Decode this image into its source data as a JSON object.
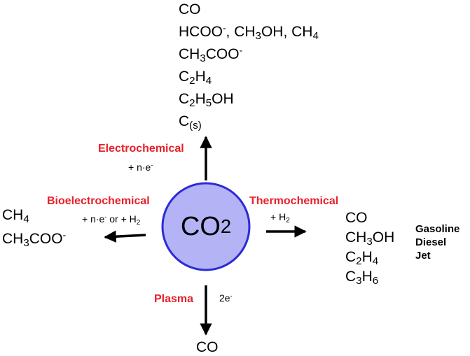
{
  "center": {
    "html": "CO<sub>2</sub>",
    "fill": "#b3b3f5",
    "stroke": "#2b2bd6"
  },
  "colors": {
    "pathway_label": "#e8202a",
    "arrow": "#000000"
  },
  "electrochemical": {
    "label": "Electrochemical",
    "condition": "+ n·e<sup>-</sup>",
    "products": [
      "CO",
      "HCOO<sup>-</sup>, CH<sub>3</sub>OH, CH<sub>4</sub>",
      "CH<sub>3</sub>COO<sup>-</sup>",
      "C<sub>2</sub>H<sub>4</sub>",
      "C<sub>2</sub>H<sub>5</sub>OH",
      "C<sub>(s)</sub>"
    ]
  },
  "bioelectrochemical": {
    "label": "Bioelectrochemical",
    "condition": "+ n·e<sup>-</sup> or + H<sub>2</sub>",
    "products": [
      "CH<sub>4</sub>",
      "CH<sub>3</sub>COO<sup>-</sup>"
    ]
  },
  "thermochemical": {
    "label": "Thermochemical",
    "condition": "+ H<sub>2</sub>",
    "products": [
      "CO",
      "CH<sub>3</sub>OH",
      "C<sub>2</sub>H<sub>4</sub>",
      "C<sub>3</sub>H<sub>6</sub>"
    ],
    "fuels": [
      "Gasoline",
      "Diesel",
      "Jet"
    ]
  },
  "plasma": {
    "label": "Plasma",
    "condition": "2e<sup>-</sup>",
    "products": [
      "CO"
    ]
  }
}
